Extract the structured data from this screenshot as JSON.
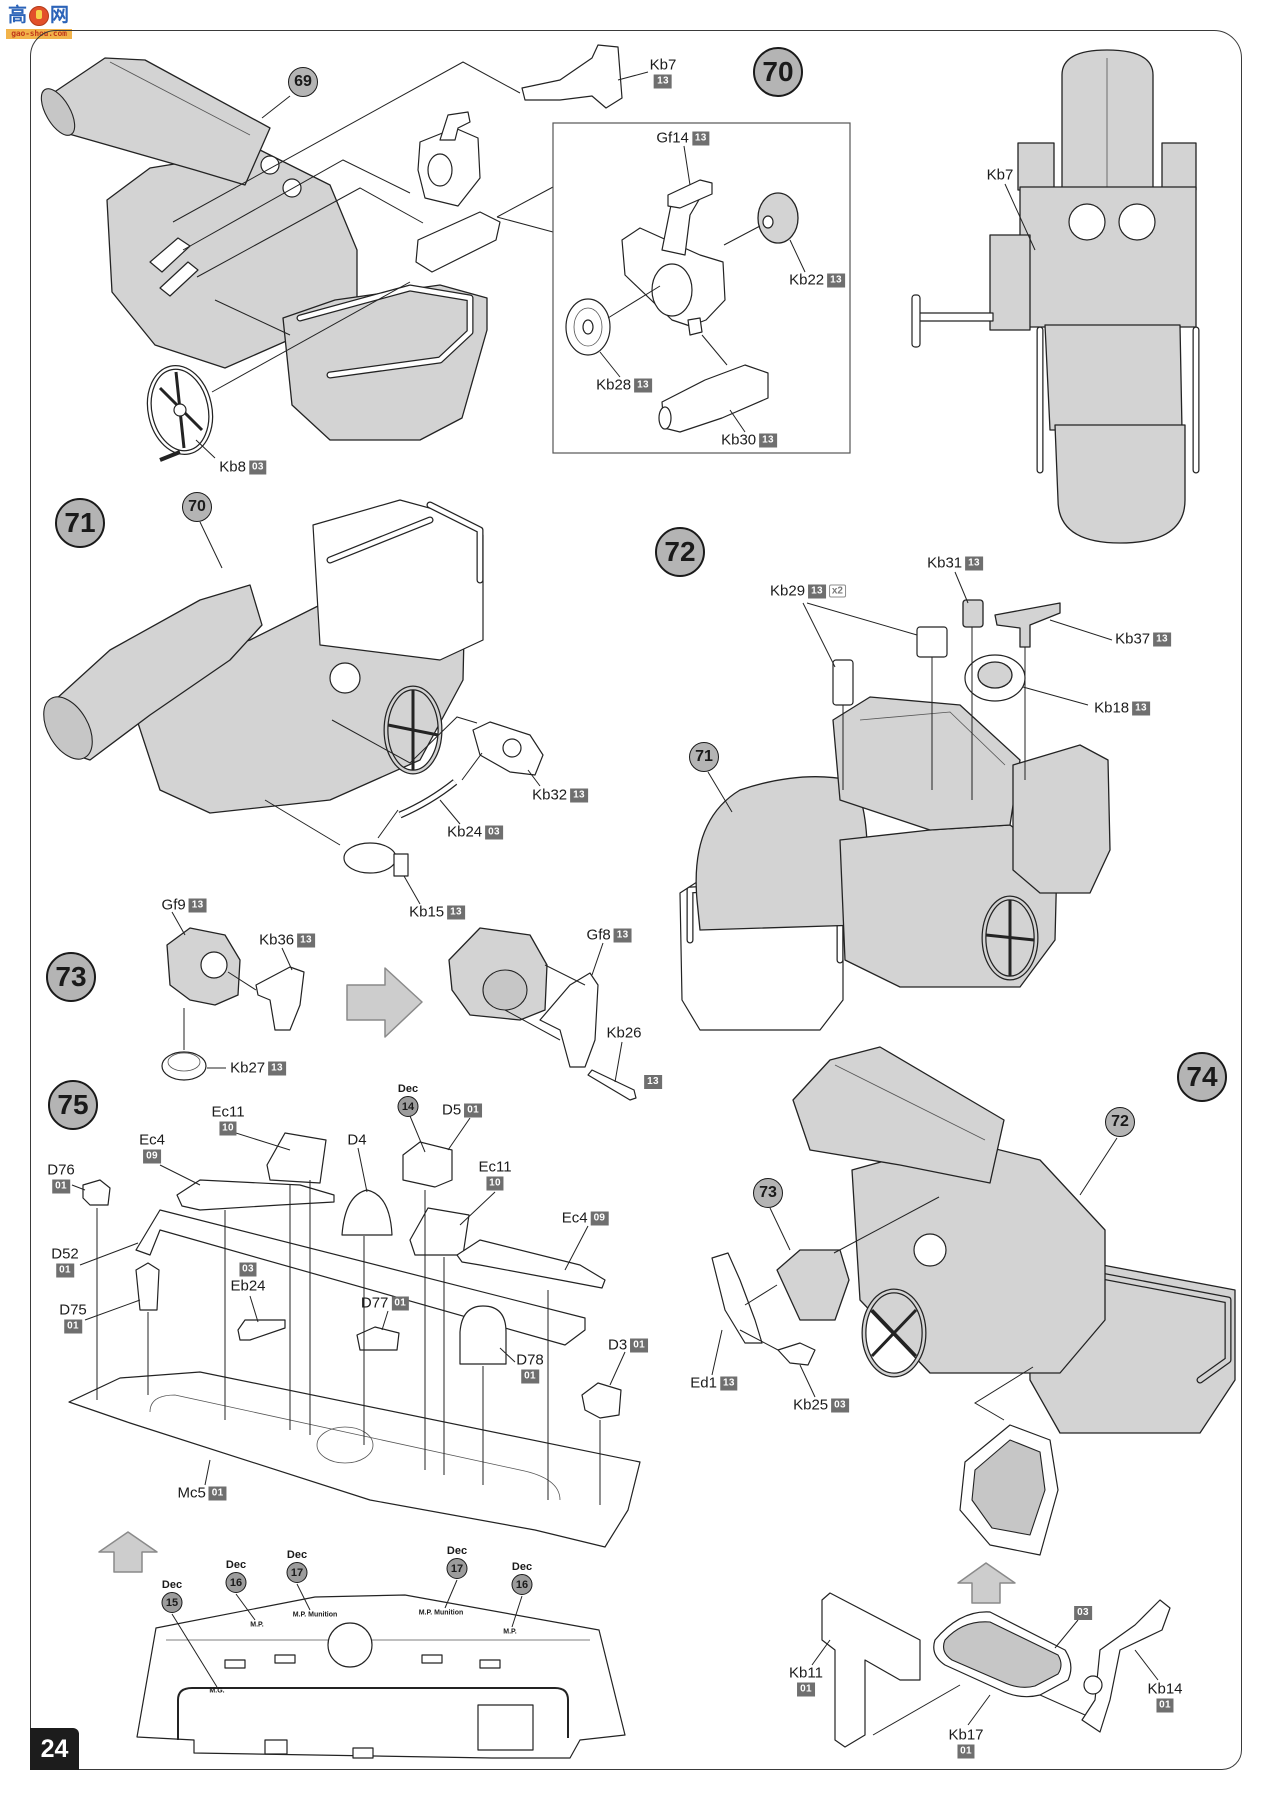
{
  "watermark": {
    "left_glyph": "高",
    "right_glyph": "网",
    "site": "gao-shou.com"
  },
  "page_number": "24",
  "steps": {
    "s70": "70",
    "s71": "71",
    "s72": "72",
    "s73": "73",
    "s74": "74",
    "s75": "75"
  },
  "refs": {
    "r69": "69",
    "r70": "70",
    "r71": "71",
    "r72": "72",
    "r73": "73"
  },
  "callouts": [
    {
      "part": "Kb7",
      "sprue": "13"
    },
    {
      "part": "Kb8",
      "sprue": "03"
    },
    {
      "part": "Gf14",
      "sprue": "13"
    },
    {
      "part": "Kb22",
      "sprue": "13"
    },
    {
      "part": "Kb28",
      "sprue": "13"
    },
    {
      "part": "Kb30",
      "sprue": "13"
    },
    {
      "part": "Kb7"
    },
    {
      "part": "Kb32",
      "sprue": "13"
    },
    {
      "part": "Kb24",
      "sprue": "03"
    },
    {
      "part": "Kb15",
      "sprue": "13"
    },
    {
      "part": "Kb29",
      "sprue": "13",
      "quantity": "x2"
    },
    {
      "part": "Kb31",
      "sprue": "13"
    },
    {
      "part": "Kb37",
      "sprue": "13"
    },
    {
      "part": "Kb18",
      "sprue": "13"
    },
    {
      "part": "Gf9",
      "sprue": "13"
    },
    {
      "part": "Kb36",
      "sprue": "13"
    },
    {
      "part": "Kb27",
      "sprue": "13"
    },
    {
      "part": "Gf8",
      "sprue": "13"
    },
    {
      "part": "Kb26",
      "sprue": "13"
    },
    {
      "part": "Ed1",
      "sprue": "13"
    },
    {
      "part": "Kb25",
      "sprue": "03"
    },
    {
      "part": "Kb11",
      "sprue": "01"
    },
    {
      "part": "Kb17",
      "sprue": "01"
    },
    {
      "part": "Kb14",
      "sprue": "01"
    },
    {
      "sprue": "03"
    },
    {
      "part": "Ec11",
      "sprue": "10"
    },
    {
      "part": "Ec4",
      "sprue": "09"
    },
    {
      "part": "D76",
      "sprue": "01"
    },
    {
      "part": "D4"
    },
    {
      "part": "D5",
      "sprue": "01"
    },
    {
      "part": "Ec11",
      "sprue": "10"
    },
    {
      "part": "Ec4",
      "sprue": "09"
    },
    {
      "part": "D52",
      "sprue": "01"
    },
    {
      "part": "Eb24",
      "sprue": "03"
    },
    {
      "part": "D75",
      "sprue": "01"
    },
    {
      "part": "D77",
      "sprue": "01"
    },
    {
      "part": "D78",
      "sprue": "01"
    },
    {
      "part": "D3",
      "sprue": "01"
    },
    {
      "part": "Mc5",
      "sprue": "01"
    }
  ],
  "decals": [
    {
      "label": "Dec",
      "number": "14"
    },
    {
      "label": "Dec",
      "number": "15"
    },
    {
      "label": "Dec",
      "number": "16"
    },
    {
      "label": "Dec",
      "number": "17"
    },
    {
      "label": "Dec",
      "number": "17"
    },
    {
      "label": "Dec",
      "number": "16"
    }
  ],
  "annotations": [
    "M.P.",
    "M.P. Munition",
    "M.P. Munition",
    "M.P.",
    "M.G."
  ],
  "colors": {
    "step_circle": "#b4b4b4",
    "sprue_badge": "#6f6f6f",
    "part_fill": "#d3d3d3",
    "outline": "#232323"
  }
}
